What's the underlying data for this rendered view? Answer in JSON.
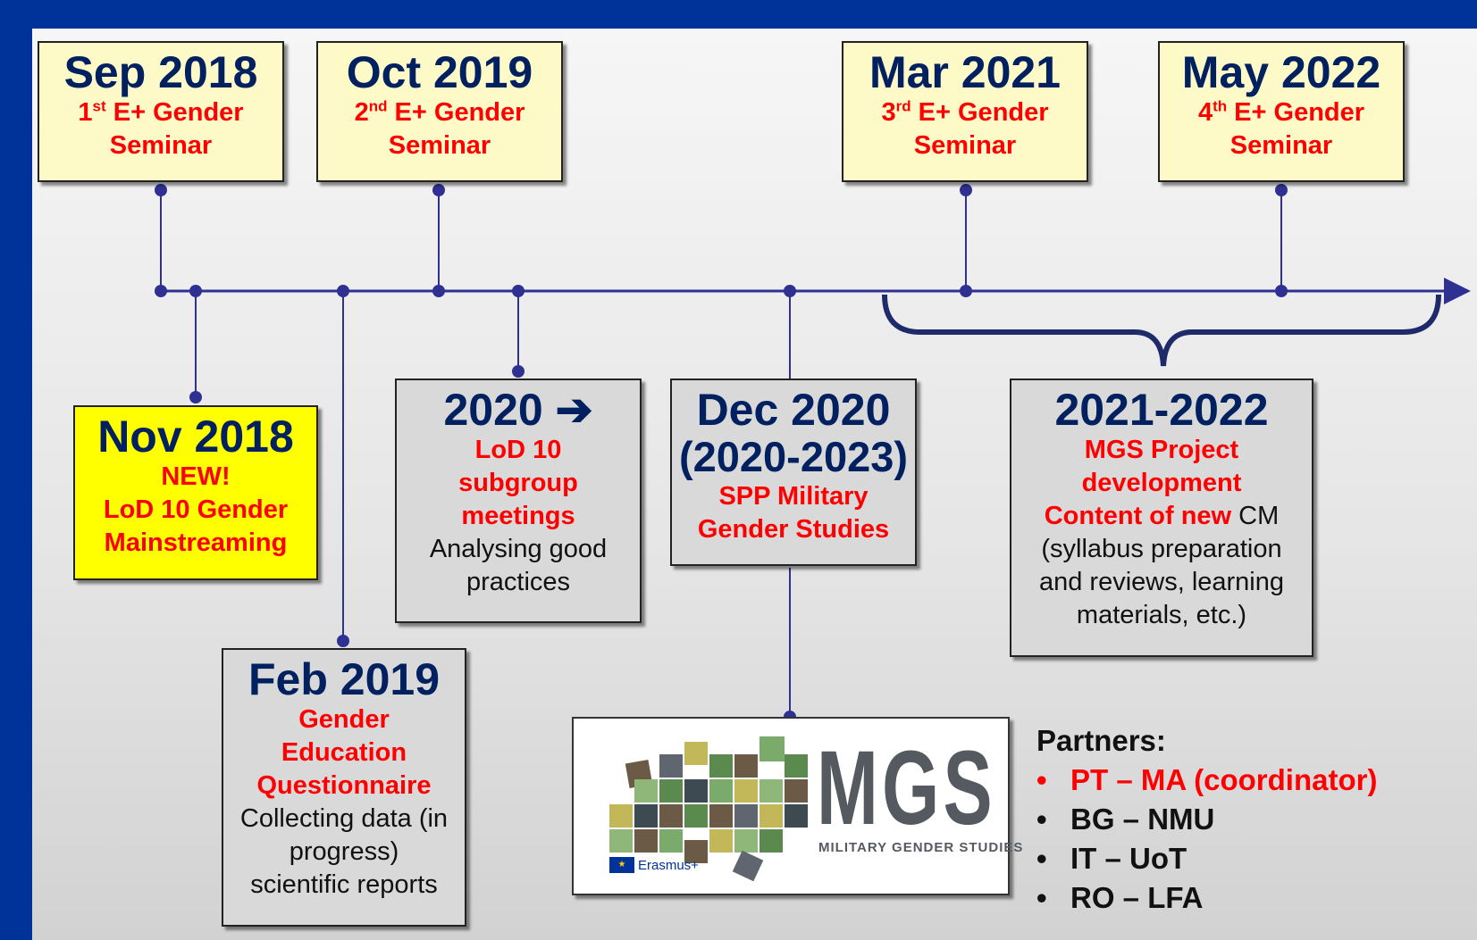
{
  "seminars": [
    {
      "date": "Sep 2018",
      "ord": "1",
      "sup": "st",
      "title": " E+ Gender",
      "line2": "Seminar"
    },
    {
      "date": "Oct 2019",
      "ord": "2",
      "sup": "nd",
      "title": " E+ Gender",
      "line2": "Seminar"
    },
    {
      "date": "Mar 2021",
      "ord": "3",
      "sup": "rd",
      "title": " E+ Gender",
      "line2": "Seminar"
    },
    {
      "date": "May 2022",
      "ord": "4",
      "sup": "th",
      "title": " E+ Gender",
      "line2": "Seminar"
    }
  ],
  "events": {
    "nov2018": {
      "date": "Nov 2018",
      "lines": [
        "NEW!",
        "LoD 10 Gender",
        "Mainstreaming"
      ]
    },
    "feb2019": {
      "date": "Feb 2019",
      "red": [
        "Gender",
        "Education",
        "Questionnaire"
      ],
      "black": [
        "Collecting data (in",
        "progress)",
        "scientific reports"
      ]
    },
    "y2020": {
      "date": "2020 ➔",
      "red": [
        "LoD 10",
        "subgroup",
        "meetings"
      ],
      "black": [
        "Analysing good",
        "practices"
      ]
    },
    "dec2020": {
      "date": "Dec 2020",
      "date2": "(2020-2023)",
      "red": [
        "SPP Military",
        "Gender Studies"
      ]
    },
    "y2021": {
      "date": "2021-2022",
      "red": [
        "MGS Project",
        "development"
      ],
      "mixed_red": "Content of new",
      "mixed_black": " CM",
      "black": [
        "(syllabus preparation",
        "and reviews, learning",
        "materials, etc.)"
      ]
    }
  },
  "logo": {
    "letters": "MGS",
    "subtitle": "MILITARY GENDER STUDIES",
    "eu_label": "Erasmus+"
  },
  "partners": {
    "title": "Partners:",
    "items": [
      "PT – MA (coordinator)",
      "BG – NMU",
      "IT – UoT",
      "RO – LFA"
    ]
  },
  "colors": {
    "navy": "#002060",
    "red": "#ff0000",
    "frame": "#003399",
    "line": "#2e3192"
  }
}
